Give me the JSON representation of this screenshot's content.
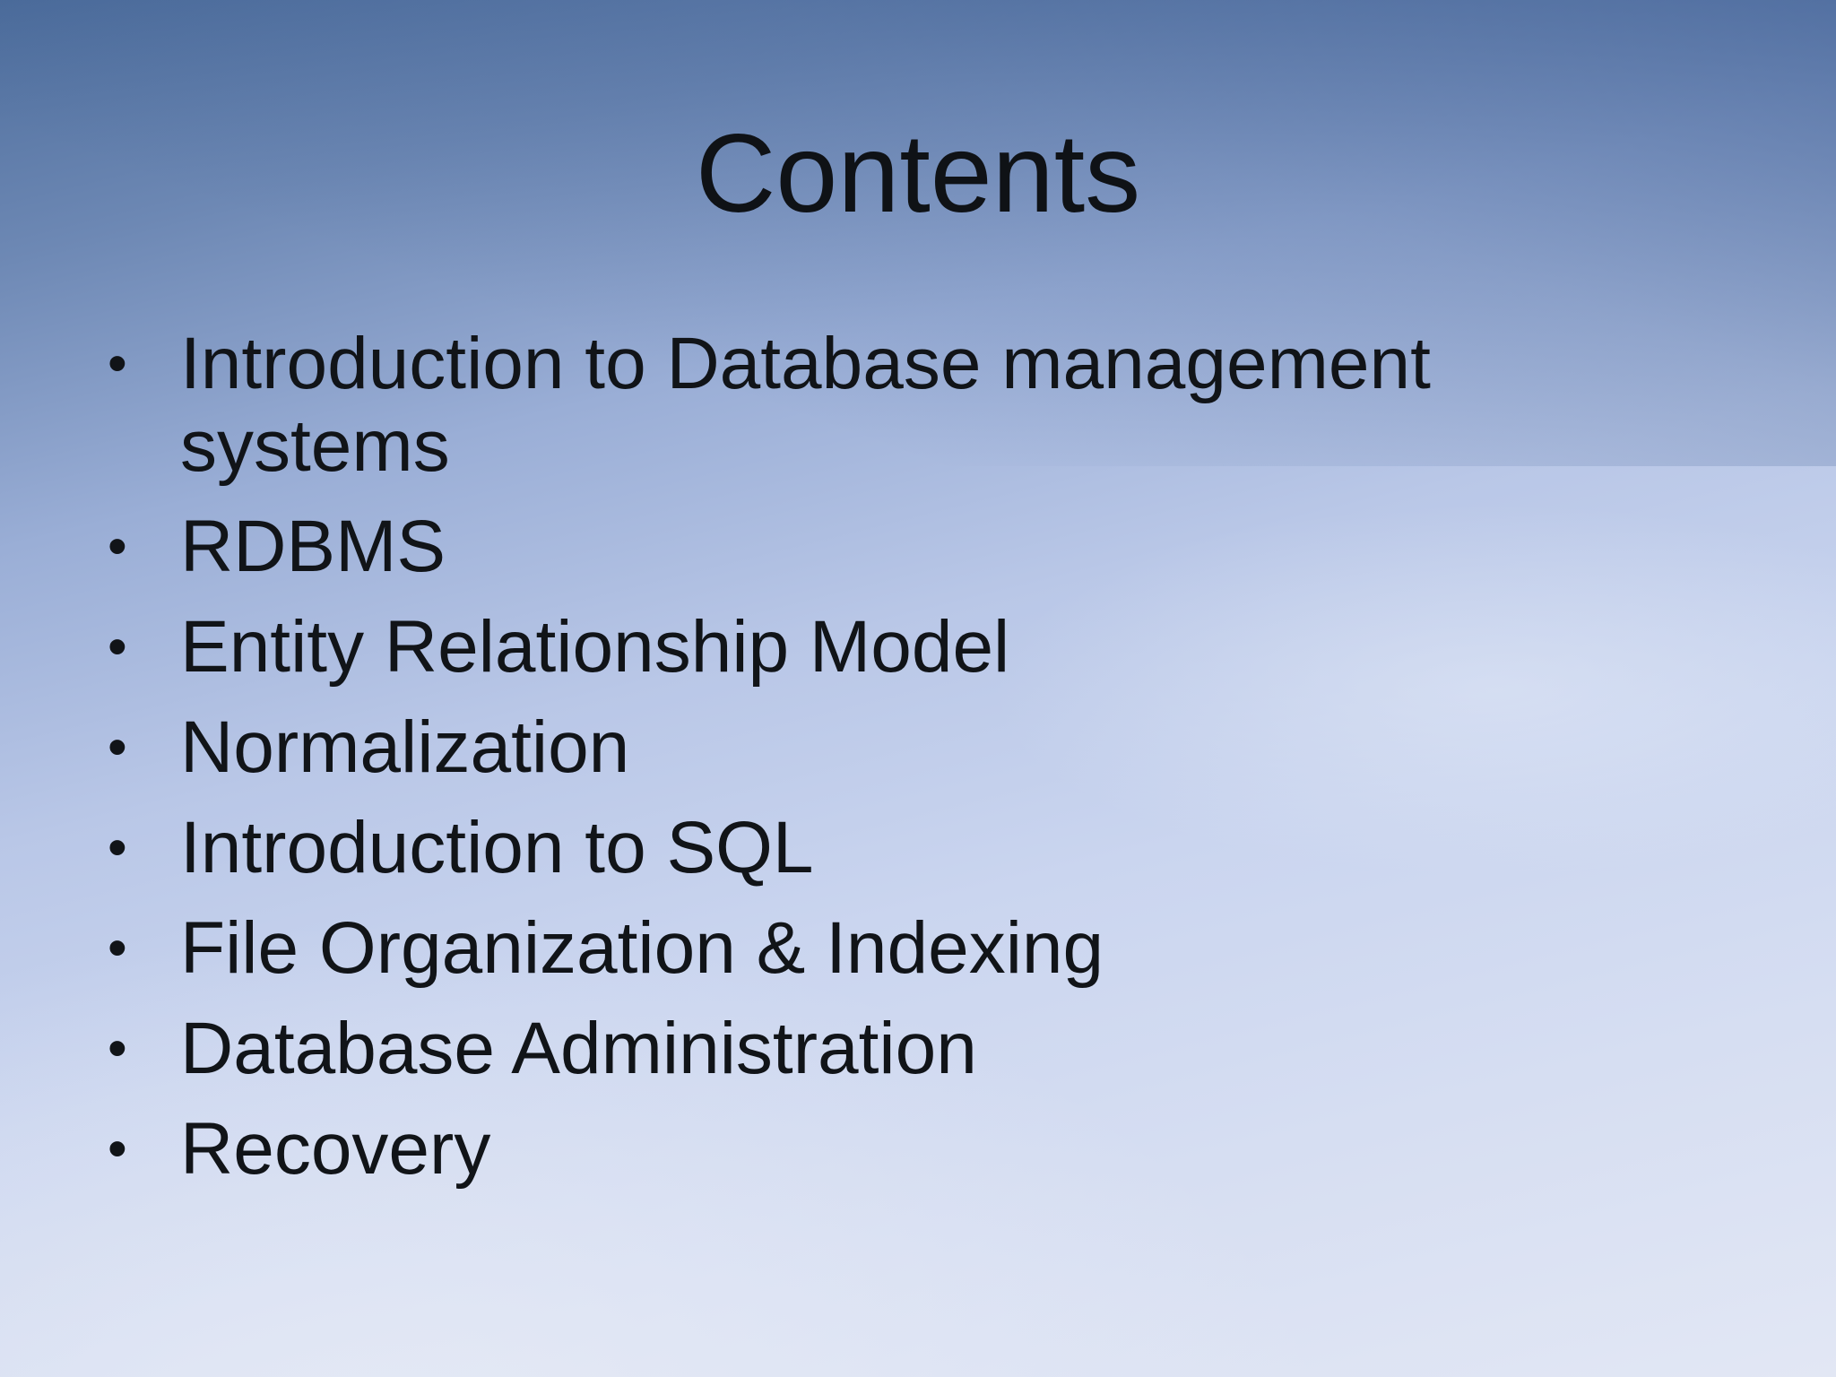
{
  "slide": {
    "title": "Contents",
    "bullet_symbol": "•",
    "items": [
      "Introduction to Database management systems",
      "RDBMS",
      "Entity Relationship Model",
      "Normalization",
      "Introduction to SQL",
      "File Organization & Indexing",
      "Database Administration",
      "Recovery"
    ]
  },
  "colors": {
    "text": "#111418",
    "background_top": "#4d6d9c",
    "background_bottom": "#e2e7f4"
  }
}
